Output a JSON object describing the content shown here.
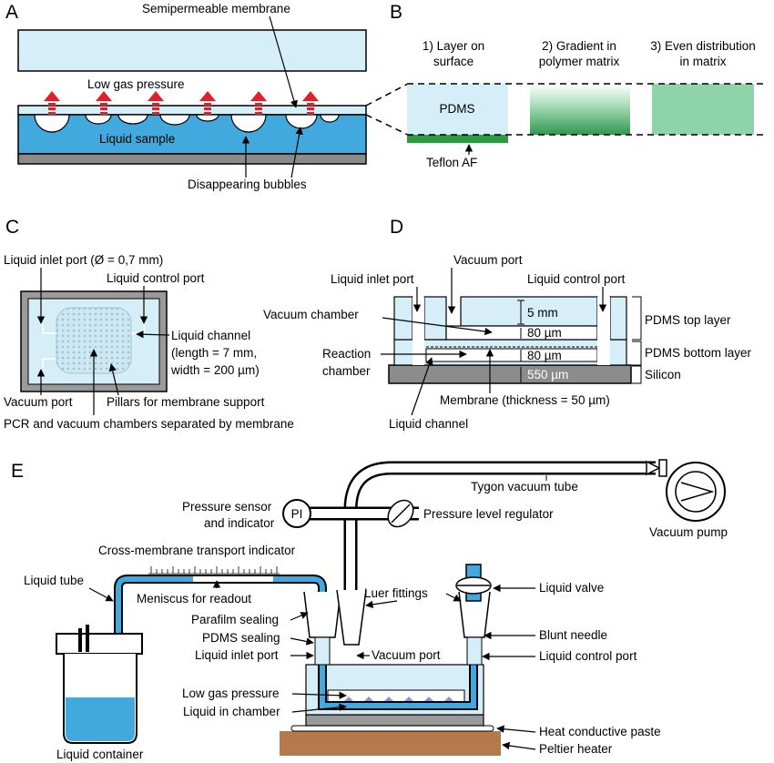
{
  "colors": {
    "light_blue": "#d6eef8",
    "pdms_blue": "#c5e6f2",
    "liquid_blue": "#42a9de",
    "silicon_gray": "#8c8c8c",
    "arrow_red": "#e0202a",
    "teflon_green": "#2e9a44",
    "gradient_green": "#4db870",
    "even_green": "#8fd3a8",
    "peltier_brown": "#b5794a",
    "pillar_gray": "#a8cfe0"
  },
  "panels": {
    "A": {
      "letter": "A",
      "semipermeable": "Semipermeable membrane",
      "low_gas": "Low gas pressure",
      "liquid_sample": "Liquid sample",
      "bubbles": "Disappearing bubbles"
    },
    "B": {
      "letter": "B",
      "col1_line1": "1) Layer on",
      "col1_line2": "surface",
      "col2_line1": "2) Gradient in",
      "col2_line2": "polymer matrix",
      "col3_line1": "3) Even distribution",
      "col3_line2": "in matrix",
      "pdms": "PDMS",
      "teflon": "Teflon AF"
    },
    "C": {
      "letter": "C",
      "inlet": "Liquid inlet port (Ø = 0,7 mm)",
      "control": "Liquid control port",
      "channel_1": "Liquid channel",
      "channel_2": "(length = 7 mm,",
      "channel_3": "width = 200 µm)",
      "vacuum_port": "Vacuum port",
      "pillars": "Pillars for membrane support",
      "caption": "PCR and vacuum chambers separated by membrane"
    },
    "D": {
      "letter": "D",
      "vacuum_port": "Vacuum port",
      "inlet": "Liquid inlet port",
      "control": "Liquid control port",
      "vacuum_chamber": "Vacuum chamber",
      "reaction_1": "Reaction",
      "reaction_2": "chamber",
      "dim_5mm": "5 mm",
      "dim_80a": "80 µm",
      "dim_80b": "80 µm",
      "dim_550": "550 µm",
      "pdms_top": "PDMS top layer",
      "pdms_bottom": "PDMS bottom layer",
      "silicon": "Silicon",
      "membrane": "Membrane (thickness = 50 µm)",
      "liquid_channel": "Liquid channel"
    },
    "E": {
      "letter": "E",
      "tygon": "Tygon vacuum tube",
      "pressure_1": "Pressure sensor",
      "pressure_2": "and indicator",
      "pi": "PI",
      "regulator": "Pressure level regulator",
      "pump": "Vacuum pump",
      "transport": "Cross-membrane transport indicator",
      "liquid_tube": "Liquid tube",
      "meniscus": "Meniscus for readout",
      "luer": "Luer fittings",
      "valve": "Liquid valve",
      "parafilm": "Parafilm sealing",
      "pdms_sealing": "PDMS sealing",
      "blunt": "Blunt needle",
      "inlet": "Liquid inlet port",
      "vacuum_port": "Vacuum port",
      "control": "Liquid control port",
      "low_gas": "Low gas pressure",
      "liquid_chamber": "Liquid in chamber",
      "paste": "Heat conductive paste",
      "peltier": "Peltier heater",
      "container": "Liquid container"
    }
  }
}
